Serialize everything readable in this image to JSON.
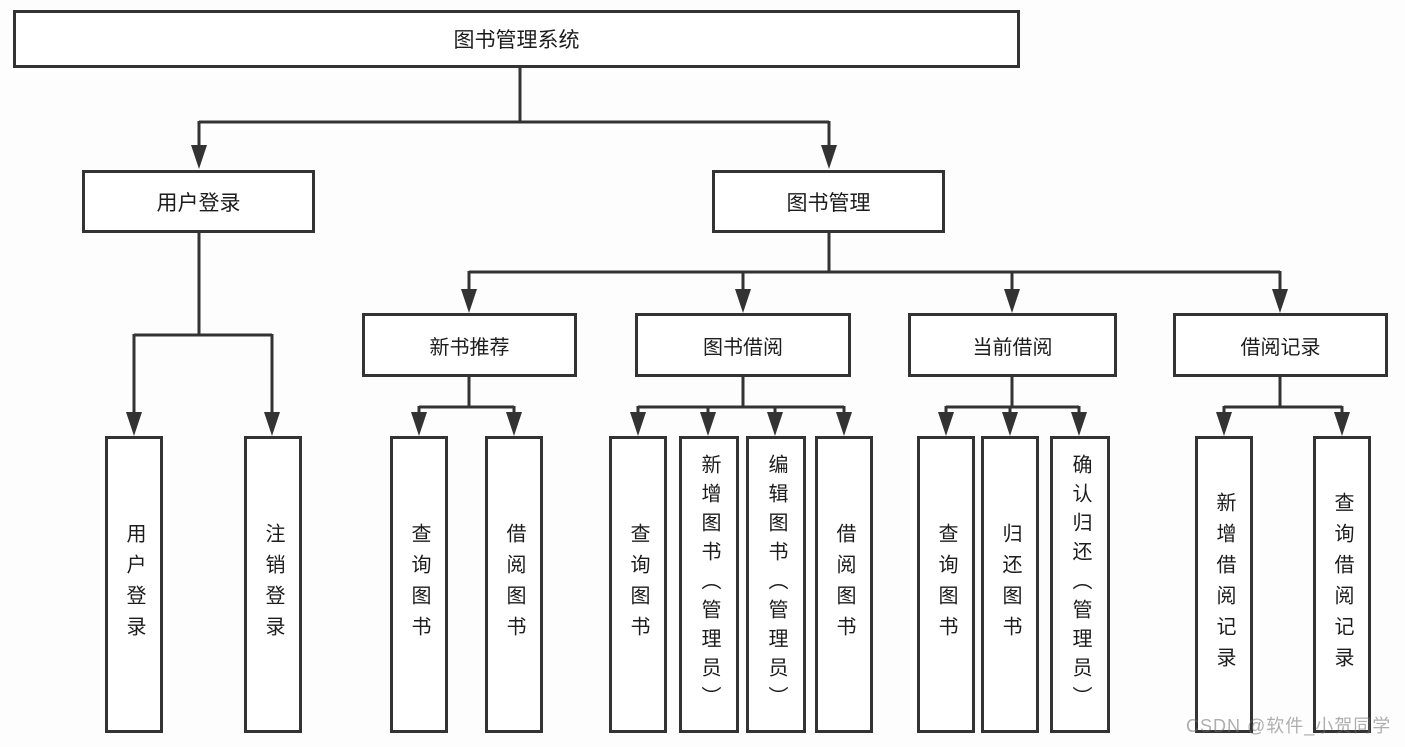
{
  "diagram": {
    "root": {
      "label": "图书管理系统"
    },
    "level2": [
      {
        "label": "用户登录"
      },
      {
        "label": "图书管理"
      }
    ],
    "level3": [
      {
        "label": "新书推荐"
      },
      {
        "label": "图书借阅"
      },
      {
        "label": "当前借阅"
      },
      {
        "label": "借阅记录"
      }
    ],
    "leaves": [
      {
        "label": "用户登录"
      },
      {
        "label": "注销登录"
      },
      {
        "label": "查询图书"
      },
      {
        "label": "借阅图书"
      },
      {
        "label": "查询图书"
      },
      {
        "label": "新增图书（管理员）"
      },
      {
        "label": "编辑图书（管理员）"
      },
      {
        "label": "借阅图书"
      },
      {
        "label": "查询图书"
      },
      {
        "label": "归还图书"
      },
      {
        "label": "确认归还（管理员）"
      },
      {
        "label": "新增借阅记录"
      },
      {
        "label": "查询借阅记录"
      }
    ]
  },
  "watermark": {
    "text": "CSDN @软件_小贺同学"
  },
  "colors": {
    "line": "#333333",
    "box_border": "#333333",
    "background": "#ffffff",
    "text": "#1c1c1c",
    "watermark": "#8c8c8c"
  }
}
